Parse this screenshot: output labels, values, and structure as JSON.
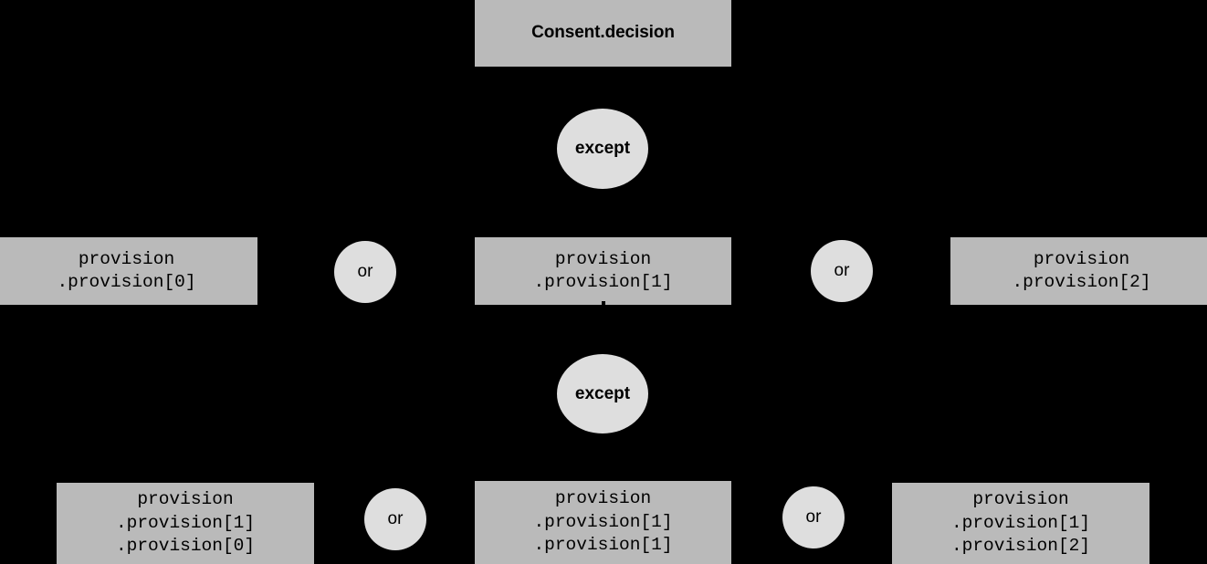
{
  "diagram": {
    "type": "consent-provision-tree",
    "background_color": "#000000",
    "box_color": "#bababa",
    "ellipse_color": "#dedede",
    "text_color": "#000000",
    "root": {
      "label": "Consent.decision"
    },
    "operators": {
      "except_1": "except",
      "except_2": "except",
      "or_1": "or",
      "or_2": "or",
      "or_3": "or",
      "or_4": "or"
    },
    "level_2": [
      {
        "label": "provision\n.provision[0]"
      },
      {
        "label": "provision\n.provision[1]"
      },
      {
        "label": "provision\n.provision[2]"
      }
    ],
    "level_3": [
      {
        "label": "provision\n.provision[1]\n.provision[0]"
      },
      {
        "label": "provision\n.provision[1]\n.provision[1]"
      },
      {
        "label": "provision\n.provision[1]\n.provision[2]"
      }
    ]
  }
}
